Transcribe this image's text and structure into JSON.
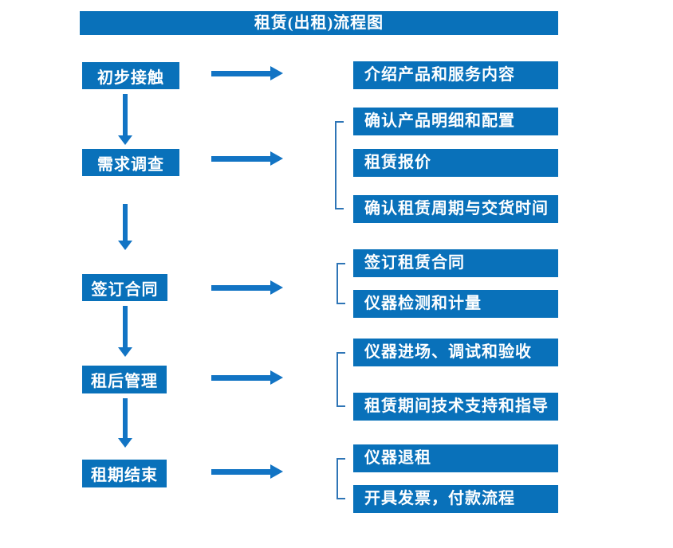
{
  "title": "租赁(出租)流程图",
  "colors": {
    "box_blue": "#0971BA",
    "arrow_blue": "#1274C4",
    "bracket_blue": "#2E75B6",
    "text_white": "#FFFFFF"
  },
  "steps": [
    {
      "label": "初步接触",
      "details": [
        "介绍产品和服务内容"
      ]
    },
    {
      "label": "需求调查",
      "details": [
        "确认产品明细和配置",
        "租赁报价",
        "确认租赁周期与交货时间"
      ]
    },
    {
      "label": "签订合同",
      "details": [
        "签订租赁合同",
        "仪器检测和计量"
      ]
    },
    {
      "label": "租后管理",
      "details": [
        "仪器进场、调试和验收",
        "租赁期间技术支持和指导"
      ]
    },
    {
      "label": "租期结束",
      "details": [
        "仪器退租",
        "开具发票，付款流程"
      ]
    }
  ]
}
